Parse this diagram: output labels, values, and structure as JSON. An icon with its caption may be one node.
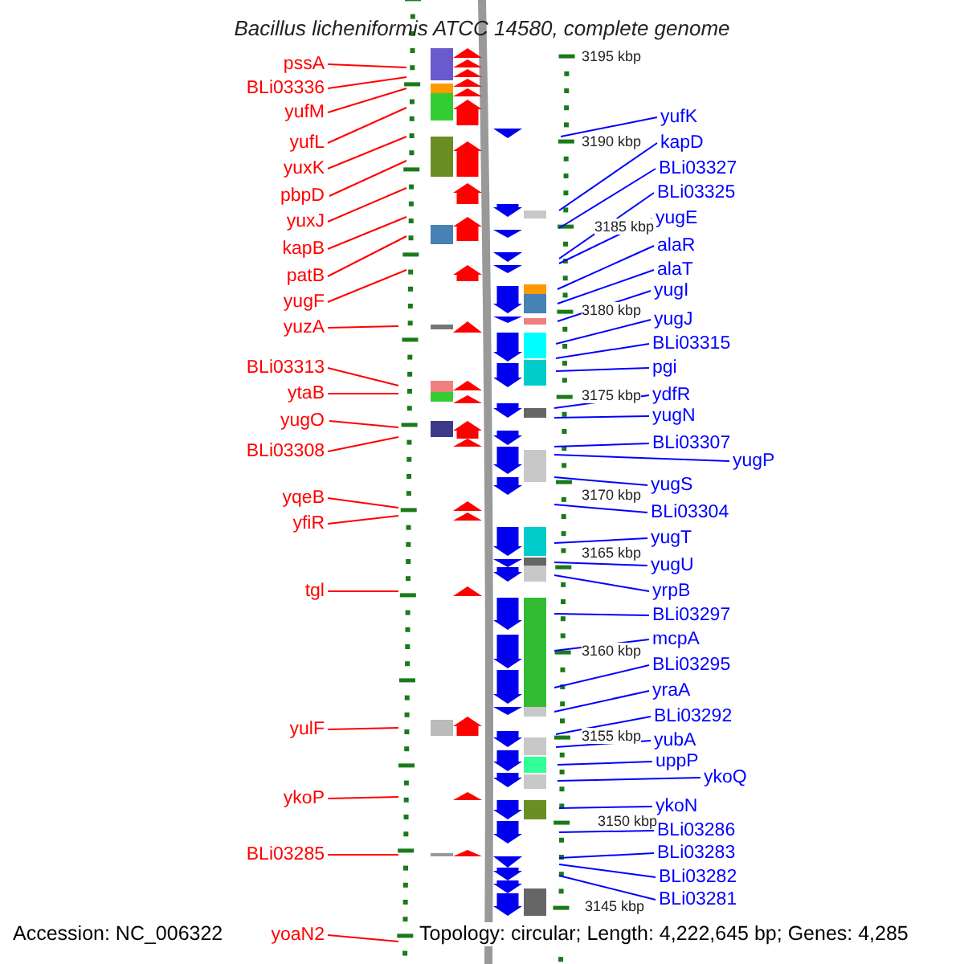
{
  "diagram": {
    "title": "Bacillus licheniformis ATCC 14580, complete genome",
    "nodes": [
      {
        "text": [
          "pssA"
        ]
      },
      {
        "text": [
          "BLi03336"
        ]
      },
      {
        "text": [
          "yufM"
        ]
      },
      {
        "text": [
          "yufL"
        ]
      },
      {
        "text": [
          "yuxK"
        ]
      },
      {
        "text": [
          "pbpD"
        ]
      },
      {
        "text": [
          "yuxJ"
        ]
      },
      {
        "text": [
          "kapB"
        ]
      },
      {
        "text": [
          "patB"
        ]
      },
      {
        "text": [
          "yugF"
        ]
      },
      {
        "text": [
          "yuzA"
        ]
      },
      {
        "text": [
          "BLi03313"
        ]
      },
      {
        "text": [
          "ytaB"
        ]
      },
      {
        "text": [
          "yugO"
        ]
      },
      {
        "text": [
          "BLi03308"
        ]
      },
      {
        "text": [
          "yqeB"
        ]
      },
      {
        "text": [
          "yfiR"
        ]
      },
      {
        "text": [
          "tgl"
        ]
      },
      {
        "text": [
          "yulF"
        ]
      },
      {
        "text": [
          "ykoP"
        ]
      },
      {
        "text": [
          "BLi03285"
        ]
      },
      {
        "text": [
          "yoaN2"
        ]
      },
      {
        "text": [
          "yufK"
        ]
      },
      {
        "text": [
          "kapD"
        ]
      },
      {
        "text": [
          "BLi03327"
        ]
      },
      {
        "text": [
          "BLi03325"
        ]
      },
      {
        "text": [
          "yugE"
        ]
      },
      {
        "text": [
          "alaR"
        ]
      },
      {
        "text": [
          "alaT"
        ]
      },
      {
        "text": [
          "yugI"
        ]
      },
      {
        "text": [
          "yugJ"
        ]
      },
      {
        "text": [
          "BLi03315"
        ]
      },
      {
        "text": [
          "pgi"
        ]
      },
      {
        "text": [
          "ydfR"
        ]
      },
      {
        "text": [
          "yugN"
        ]
      },
      {
        "text": [
          "BLi03307"
        ]
      },
      {
        "text": [
          "yugP"
        ]
      },
      {
        "text": [
          "yugS"
        ]
      },
      {
        "text": [
          "BLi03304"
        ]
      },
      {
        "text": [
          "yugT"
        ]
      },
      {
        "text": [
          "yugU"
        ]
      },
      {
        "text": [
          "yrpB"
        ]
      },
      {
        "text": [
          "BLi03297"
        ]
      },
      {
        "text": [
          "mcpA"
        ]
      },
      {
        "text": [
          "BLi03295"
        ]
      },
      {
        "text": [
          "yraA"
        ]
      },
      {
        "text": [
          "BLi03292"
        ]
      },
      {
        "text": [
          "yubA"
        ]
      },
      {
        "text": [
          "uppP"
        ]
      },
      {
        "text": [
          "ykoQ"
        ]
      },
      {
        "text": [
          "ykoN"
        ]
      },
      {
        "text": [
          "BLi03286"
        ]
      },
      {
        "text": [
          "BLi03283"
        ]
      },
      {
        "text": [
          "BLi03282"
        ]
      },
      {
        "text": [
          "BLi03281"
        ]
      }
    ],
    "edges": [
      {
        "from": 0,
        "to": null,
        "arrow": "none",
        "color": "#ff0000"
      },
      {
        "from": 1,
        "to": null,
        "arrow": "none",
        "color": "#ff0000"
      },
      {
        "from": 2,
        "to": null,
        "arrow": "none",
        "color": "#ff0000"
      },
      {
        "from": 3,
        "to": null,
        "arrow": "none",
        "color": "#ff0000"
      },
      {
        "from": 4,
        "to": null,
        "arrow": "none",
        "color": "#ff0000"
      },
      {
        "from": 5,
        "to": null,
        "arrow": "none",
        "color": "#ff0000"
      },
      {
        "from": 6,
        "to": null,
        "arrow": "none",
        "color": "#ff0000"
      },
      {
        "from": 7,
        "to": null,
        "arrow": "none",
        "color": "#ff0000"
      },
      {
        "from": 8,
        "to": null,
        "arrow": "none",
        "color": "#ff0000"
      },
      {
        "from": 9,
        "to": null,
        "arrow": "none",
        "color": "#ff0000"
      },
      {
        "from": 10,
        "to": null,
        "arrow": "none",
        "color": "#ff0000"
      },
      {
        "from": 11,
        "to": null,
        "arrow": "none",
        "color": "#ff0000"
      },
      {
        "from": 12,
        "to": null,
        "arrow": "none",
        "color": "#ff0000"
      },
      {
        "from": 13,
        "to": null,
        "arrow": "none",
        "color": "#ff0000"
      },
      {
        "from": 14,
        "to": null,
        "arrow": "none",
        "color": "#ff0000"
      },
      {
        "from": 15,
        "to": null,
        "arrow": "none",
        "color": "#ff0000"
      },
      {
        "from": 16,
        "to": null,
        "arrow": "none",
        "color": "#ff0000"
      },
      {
        "from": 17,
        "to": null,
        "arrow": "none",
        "color": "#ff0000"
      },
      {
        "from": 18,
        "to": null,
        "arrow": "none",
        "color": "#ff0000"
      },
      {
        "from": 19,
        "to": null,
        "arrow": "none",
        "color": "#ff0000"
      },
      {
        "from": 20,
        "to": null,
        "arrow": "none",
        "color": "#ff0000"
      },
      {
        "from": 21,
        "to": null,
        "arrow": "none",
        "color": "#ff0000"
      },
      {
        "from": 22,
        "to": null,
        "arrow": "none",
        "color": "#0000ff"
      },
      {
        "from": 23,
        "to": null,
        "arrow": "none",
        "color": "#0000ff"
      },
      {
        "from": 24,
        "to": null,
        "arrow": "none",
        "color": "#0000ff"
      },
      {
        "from": 25,
        "to": null,
        "arrow": "none",
        "color": "#0000ff"
      },
      {
        "from": 26,
        "to": null,
        "arrow": "none",
        "color": "#0000ff"
      },
      {
        "from": 27,
        "to": null,
        "arrow": "none",
        "color": "#0000ff"
      },
      {
        "from": 28,
        "to": null,
        "arrow": "none",
        "color": "#0000ff"
      },
      {
        "from": 29,
        "to": null,
        "arrow": "none",
        "color": "#0000ff"
      },
      {
        "from": 30,
        "to": null,
        "arrow": "none",
        "color": "#0000ff"
      },
      {
        "from": 31,
        "to": null,
        "arrow": "none",
        "color": "#0000ff"
      },
      {
        "from": 32,
        "to": null,
        "arrow": "none",
        "color": "#0000ff"
      },
      {
        "from": 33,
        "to": null,
        "arrow": "none",
        "color": "#0000ff"
      },
      {
        "from": 34,
        "to": null,
        "arrow": "none",
        "color": "#0000ff"
      },
      {
        "from": 35,
        "to": null,
        "arrow": "none",
        "color": "#0000ff"
      },
      {
        "from": 36,
        "to": null,
        "arrow": "none",
        "color": "#0000ff"
      },
      {
        "from": 37,
        "to": null,
        "arrow": "none",
        "color": "#0000ff"
      },
      {
        "from": 38,
        "to": null,
        "arrow": "none",
        "color": "#0000ff"
      },
      {
        "from": 39,
        "to": null,
        "arrow": "none",
        "color": "#0000ff"
      },
      {
        "from": 40,
        "to": null,
        "arrow": "none",
        "color": "#0000ff"
      },
      {
        "from": 41,
        "to": null,
        "arrow": "none",
        "color": "#0000ff"
      },
      {
        "from": 42,
        "to": null,
        "arrow": "none",
        "color": "#0000ff"
      },
      {
        "from": 43,
        "to": null,
        "arrow": "none",
        "color": "#0000ff"
      },
      {
        "from": 44,
        "to": null,
        "arrow": "none",
        "color": "#0000ff"
      },
      {
        "from": 45,
        "to": null,
        "arrow": "none",
        "color": "#0000ff"
      },
      {
        "from": 46,
        "to": null,
        "arrow": "none",
        "color": "#0000ff"
      },
      {
        "from": 47,
        "to": null,
        "arrow": "none",
        "color": "#0000ff"
      },
      {
        "from": 48,
        "to": null,
        "arrow": "none",
        "color": "#0000ff"
      },
      {
        "from": 49,
        "to": null,
        "arrow": "none",
        "color": "#0000ff"
      },
      {
        "from": 50,
        "to": null,
        "arrow": "none",
        "color": "#0000ff"
      },
      {
        "from": 51,
        "to": null,
        "arrow": "none",
        "color": "#0000ff"
      },
      {
        "from": 52,
        "to": null,
        "arrow": "none",
        "color": "#0000ff"
      },
      {
        "from": 53,
        "to": null,
        "arrow": "none",
        "color": "#0000ff"
      },
      {
        "from": 54,
        "to": null,
        "arrow": "none",
        "color": "#0000ff"
      }
    ],
    "labels": [
      "3195 kbp",
      "3190 kbp",
      "3185 kbp",
      "3180 kbp",
      "3175 kbp",
      "3170 kbp",
      "3165 kbp",
      "3160 kbp",
      "3155 kbp",
      "3150 kbp",
      "3145 kbp",
      "Accession: NC_006322",
      "Topology: circular; Length: 4,222,645 bp; Genes: 4,285"
    ]
  }
}
